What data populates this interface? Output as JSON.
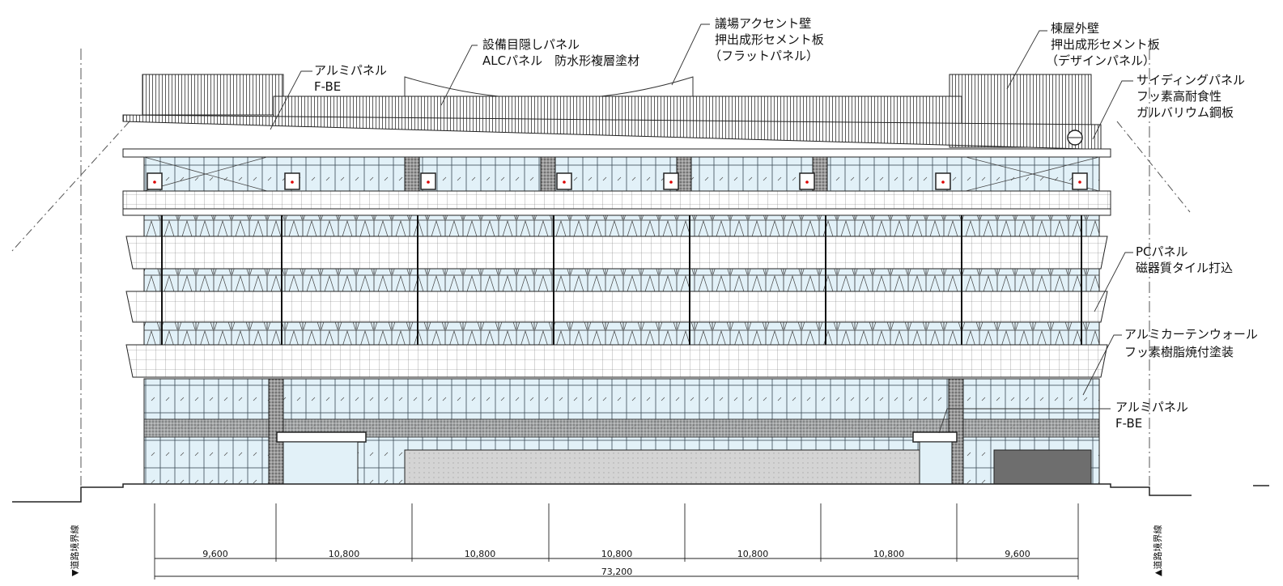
{
  "annotations": {
    "roof_panel_left": [
      "アルミパネル",
      "F-BE"
    ],
    "equipment_screen": [
      "設備目隠しパネル",
      "ALCパネル　防水形複層塗材"
    ],
    "assembly_accent_wall": [
      "議場アクセント壁",
      "押出成形セメント板",
      "（フラットパネル）"
    ],
    "penthouse_wall": [
      "棟屋外壁",
      "押出成形セメント板",
      "（デザインパネル）"
    ],
    "siding_panel": [
      "サイディングパネル",
      "フッ素高耐食性",
      "ガルバリウム鋼板"
    ],
    "pc_panel": [
      "PCパネル",
      "磁器質タイル打込"
    ],
    "curtain_wall": [
      "アルミカーテンウォール",
      "フッ素樹脂焼付塗装"
    ],
    "aluminum_panel_lower": [
      "アルミパネル",
      "F-BE"
    ]
  },
  "boundaries": {
    "left": "▼道路境界線",
    "right": "▲道路境界線"
  },
  "dimensions": {
    "spans": [
      "9,600",
      "10,800",
      "10,800",
      "10,800",
      "10,800",
      "10,800",
      "9,600"
    ],
    "span_values_mm": [
      9600,
      10800,
      10800,
      10800,
      10800,
      10800,
      9600
    ],
    "total": "73,200",
    "total_mm": 73200
  }
}
